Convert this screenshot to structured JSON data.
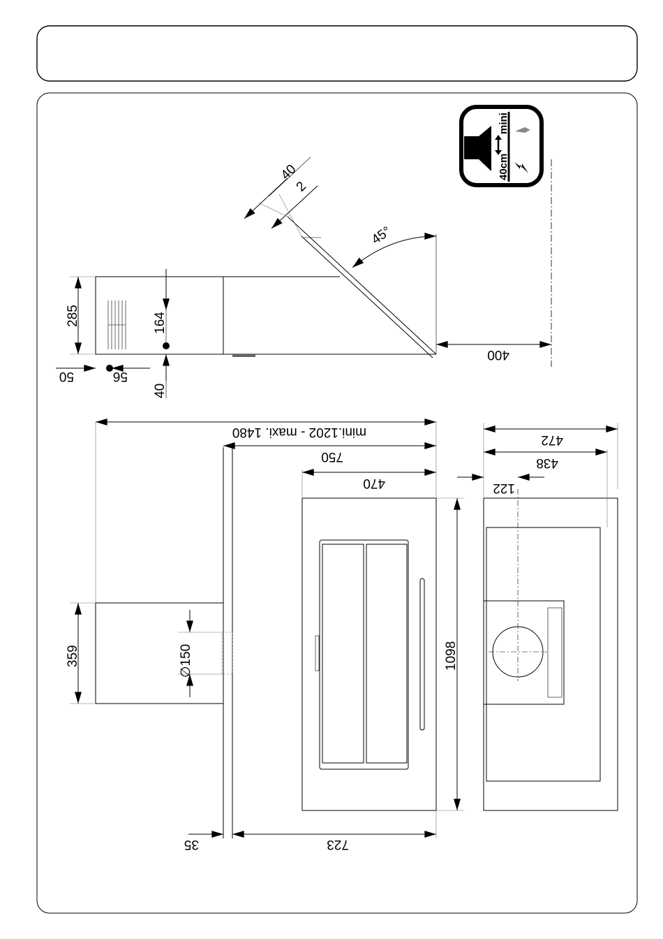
{
  "header": {
    "title": ""
  },
  "icon": {
    "name": "min-distance-40cm-icon",
    "text": "40cm",
    "subtext": "mini"
  },
  "side_view": {
    "dims": {
      "height": "285",
      "outlet_height": "164",
      "outlet_offset": "40",
      "left_offset": "50",
      "outlet_pos": "56",
      "glass_thickness": "40",
      "glass_gap": "2",
      "angle": "45°",
      "wall_distance": "400"
    }
  },
  "top_view": {
    "dims": {
      "total": "mini.1202 - maxi. 1480",
      "chimney_to_front": "750",
      "hood_depth": "470",
      "width": "1098",
      "duct_width": "359",
      "duct_diameter": "∅150",
      "front_to_chimney": "723",
      "chimney_thickness": "35"
    }
  },
  "end_view": {
    "dims": {
      "total": "472",
      "body": "438",
      "outlet_center": "122"
    }
  }
}
